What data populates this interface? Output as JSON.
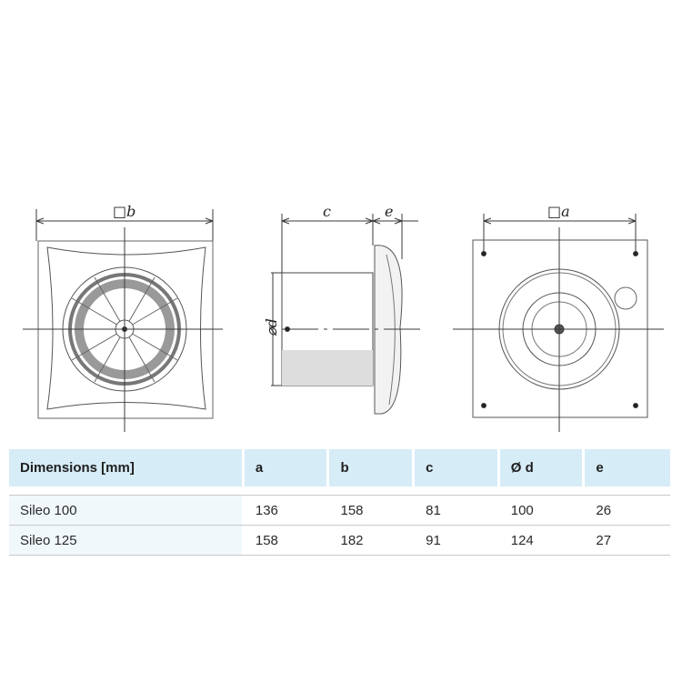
{
  "drawings": {
    "front_view": {
      "dimension_label": "□b"
    },
    "side_view": {
      "dimension_labels": {
        "c": "c",
        "e": "e",
        "d": "⌀d"
      }
    },
    "rear_view": {
      "dimension_label": "□a"
    }
  },
  "table": {
    "headers": [
      "Dimensions [mm]",
      "a",
      "b",
      "c",
      "Ø d",
      "e"
    ],
    "rows": [
      [
        "Sileo 100",
        "136",
        "158",
        "81",
        "100",
        "26"
      ],
      [
        "Sileo 125",
        "158",
        "182",
        "91",
        "124",
        "27"
      ]
    ]
  },
  "colors": {
    "header_bg": "#d6ecf7",
    "row_line": "#c9c9c9",
    "sketch_line": "#3a3a3a"
  }
}
